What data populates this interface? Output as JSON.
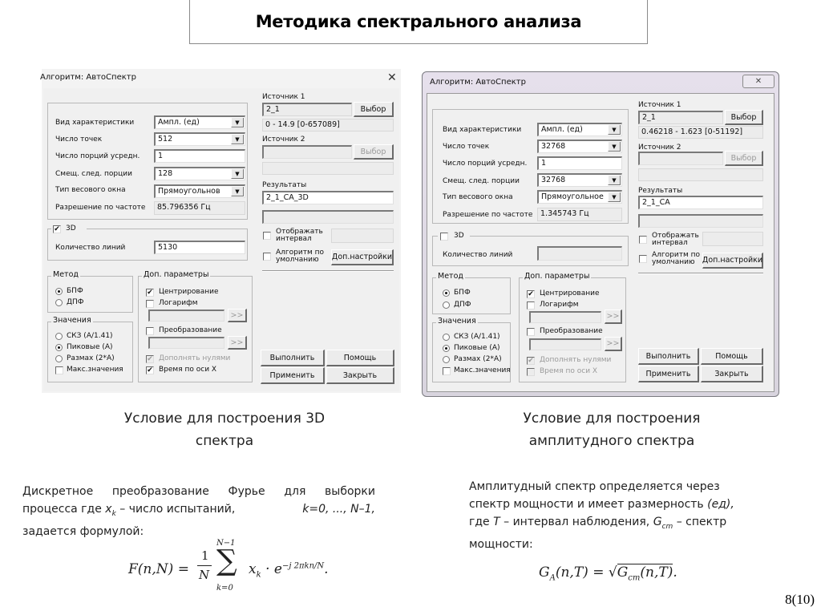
{
  "slide": {
    "title": "Методика спектрального анализа",
    "page_number": "8(10)"
  },
  "dialog_left": {
    "window_title": "Алгоритм: АвтоСпектр",
    "close_icon": "close-x",
    "rows": [
      {
        "label": "Вид характеристики",
        "value": "Ампл. (ед)",
        "type": "combo"
      },
      {
        "label": "Число точек",
        "value": "512",
        "type": "combo"
      },
      {
        "label": "Число порций усредн.",
        "value": "1",
        "type": "edit"
      },
      {
        "label": "Смещ. след. порции",
        "value": "128",
        "type": "combo"
      },
      {
        "label": "Тип весового окна",
        "value": "Прямоугольнов",
        "type": "combo"
      },
      {
        "label": "Разрешение по частоте",
        "value": "85.796356 Гц",
        "type": "readonly"
      }
    ],
    "source1_label": "Источник 1",
    "source1_value": "2_1",
    "source1_range": "0 - 14.9 [0-657089]",
    "source2_label": "Источник 2",
    "source2_value": "",
    "choose_label": "Выбор",
    "results_label": "Результаты",
    "results_value": "2_1_CA_3D",
    "show_interval_label": "Отображать интервал",
    "default_algo_label": "Алгоритм по умолчанию",
    "extra_settings_label": "Доп.настройки",
    "group_3d_label": "3D",
    "group_3d_checked": true,
    "lines_label": "Количество линий",
    "lines_value": "5130",
    "method_group": "Метод",
    "method_fft": "БПФ",
    "method_dft": "ДПФ",
    "values_group": "Значения",
    "value_rms": "СКЗ (А/1.41)",
    "value_peak": "Пиковые (А)",
    "value_span": "Размах (2*А)",
    "value_max": "Макс.значения",
    "extra_group": "Доп. параметры",
    "centering": "Центрирование",
    "logarithm": "Логарифм",
    "transform": "Преобразование",
    "zero_pad": "Дополнять нулями",
    "time_x": "Время по оси X",
    "arrows": ">>",
    "run": "Выполнить",
    "help": "Помощь",
    "apply": "Применить",
    "close": "Закрыть"
  },
  "dialog_right": {
    "window_title": "Алгоритм: АвтоСпектр",
    "rows": [
      {
        "label": "Вид характеристики",
        "value": "Ампл. (ед)",
        "type": "combo"
      },
      {
        "label": "Число точек",
        "value": "32768",
        "type": "combo"
      },
      {
        "label": "Число порций усредн.",
        "value": "1",
        "type": "edit"
      },
      {
        "label": "Смещ. след. порции",
        "value": "32768",
        "type": "combo"
      },
      {
        "label": "Тип весового окна",
        "value": "Прямоугольное",
        "type": "combo"
      },
      {
        "label": "Разрешение по частоте",
        "value": "1.345743 Гц",
        "type": "readonly"
      }
    ],
    "source1_label": "Источник 1",
    "source1_value": "2_1",
    "source1_range": "0.46218 - 1.623 [0-51192]",
    "source2_label": "Источник 2",
    "choose_label": "Выбор",
    "results_label": "Результаты",
    "results_value": "2_1_CA",
    "show_interval_label": "Отображать интервал",
    "default_algo_label": "Алгоритм по умолчанию",
    "extra_settings_label": "Доп.настройки",
    "group_3d_label": "3D",
    "group_3d_checked": false,
    "lines_label": "Количество линий",
    "lines_value": "",
    "method_group": "Метод",
    "method_fft": "БПФ",
    "method_dft": "ДПФ",
    "values_group": "Значения",
    "value_rms": "СКЗ (А/1.41)",
    "value_peak": "Пиковые (А)",
    "value_span": "Размах (2*А)",
    "value_max": "Макс.значения",
    "extra_group": "Доп. параметры",
    "centering": "Центрирование",
    "logarithm": "Логарифм",
    "transform": "Преобразование",
    "zero_pad": "Дополнять нулями",
    "time_x": "Время по оси X",
    "arrows": ">>",
    "run": "Выполнить",
    "help": "Помощь",
    "apply": "Применить",
    "close": "Закрыть"
  },
  "left_text": {
    "caption_line1": "Условие для построения 3D",
    "caption_line2": "спектра",
    "para_line1": "Дискретное преобразование Фурье для выборки",
    "para_line2_a": "процесса где ",
    "para_line2_var": "x",
    "para_line2_sub": "k",
    "para_line2_b": " – число испытаний, ",
    "para_line2_c": "k=0, ..., N–1,",
    "para_line3": "задается формулой:",
    "formula_lhs": "F(n,N) =",
    "formula_num": "1",
    "formula_den": "N",
    "formula_sum_top": "N−1",
    "formula_sum_bottom": "k=0",
    "formula_sum": "∑",
    "formula_body": "x",
    "formula_body_sub": "k",
    "formula_exp_base": "· e",
    "formula_exp": "−j 2πkn/N",
    "formula_end": "."
  },
  "right_text": {
    "caption_line1": "Условие для построения",
    "caption_line2": "амплитудного спектра",
    "para_line1": "Амплитудный спектр определяется через",
    "para_line2_a": "спектр мощности и имеет размерность ",
    "para_line2_b": "(ед),",
    "para_line3_a": "где ",
    "para_line3_T": "T",
    "para_line3_b": " – интервал наблюдения, ",
    "para_line3_G": "G",
    "para_line3_sub": "cm",
    "para_line3_c": " – спектр",
    "para_line4": "мощности:",
    "formula_lhs": "G",
    "formula_lhs_sub": "A",
    "formula_lhs_args": "(n,T) = ",
    "formula_sqrt": "√",
    "formula_rhs": "G",
    "formula_rhs_sub": "cm",
    "formula_rhs_args": "(n,T)",
    "formula_end": "."
  }
}
